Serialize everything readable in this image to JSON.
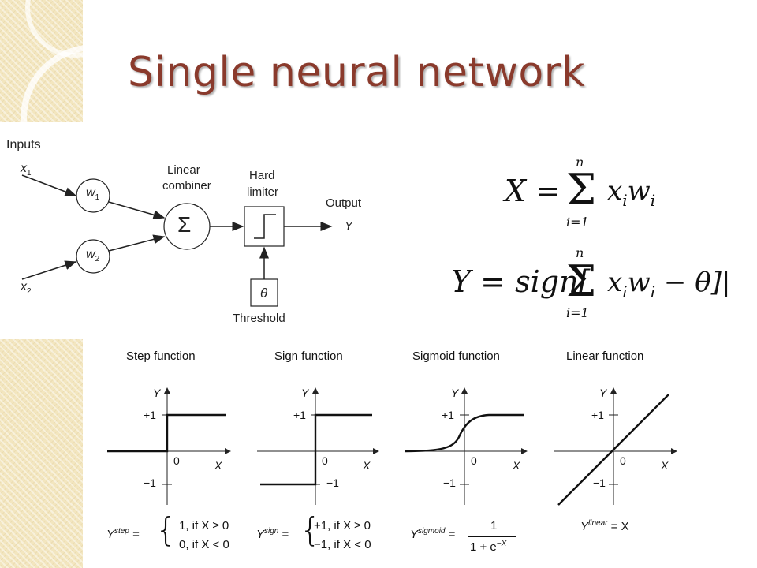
{
  "slide": {
    "title": "Single neural network"
  },
  "perceptron": {
    "inputs_label": "Inputs",
    "x1": "x",
    "x1_sub": "1",
    "x2": "x",
    "x2_sub": "2",
    "w1": "w",
    "w1_sub": "1",
    "w2": "w",
    "w2_sub": "2",
    "sigma": "Σ",
    "combiner_line1": "Linear",
    "combiner_line2": "combiner",
    "limiter_line1": "Hard",
    "limiter_line2": "limiter",
    "output_label": "Output",
    "output_var": "Y",
    "theta": "θ",
    "threshold_label": "Threshold"
  },
  "equations": {
    "eq1_lhs": "X =",
    "eq1_sum": "Σ",
    "eq1_top": "n",
    "eq1_bottom": "i=1",
    "eq1_term": "x",
    "eq1_sub1": "i",
    "eq1_w": "w",
    "eq1_sub2": "i",
    "eq2_lhs": "Y = sign[",
    "eq2_sum": "Σ",
    "eq2_top": "n",
    "eq2_bottom": "i=1",
    "eq2_term": "x",
    "eq2_sub1": "i",
    "eq2_w": "w",
    "eq2_sub2": "i",
    "eq2_rest": " − θ]|"
  },
  "functions": [
    {
      "title": "Step function",
      "y": "Y",
      "x": "X",
      "plus1": "+1",
      "minus1": "−1",
      "zero": "0",
      "f_y": "Y",
      "f_sup": "step",
      "f_eq": "=",
      "case1": "1, if X ≥ 0",
      "case2": "0, if X < 0"
    },
    {
      "title": "Sign function",
      "y": "Y",
      "x": "X",
      "plus1": "+1",
      "minus1": "−1",
      "zero": "0",
      "f_y": "Y",
      "f_sup": "sign",
      "f_eq": "=",
      "case1": "+1, if X ≥ 0",
      "case2": "−1, if X < 0"
    },
    {
      "title": "Sigmoid function",
      "y": "Y",
      "x": "X",
      "plus1": "+1",
      "minus1": "−1",
      "zero": "0",
      "f_y": "Y",
      "f_sup": "sigmoid",
      "f_eq": "=",
      "num": "1",
      "den": "1 + e",
      "den_sup": "−X"
    },
    {
      "title": "Linear function",
      "y": "Y",
      "x": "X",
      "plus1": "+1",
      "minus1": "−1",
      "zero": "0",
      "f_y": "Y",
      "f_sup": "linear",
      "f_eq": "= X"
    }
  ],
  "colors": {
    "title": "#8a3a2c",
    "sidebar": "#f3e6bf"
  }
}
